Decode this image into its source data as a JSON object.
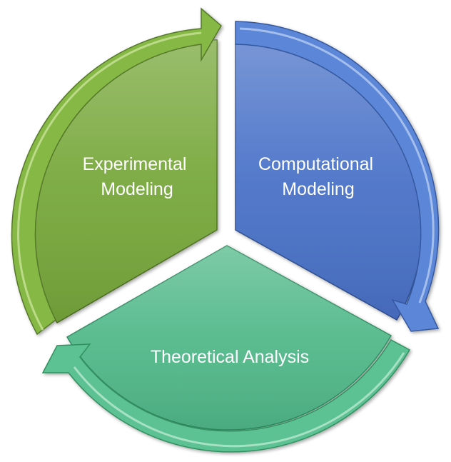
{
  "segments": [
    {
      "id": "experimental",
      "lines": [
        "Experimental",
        "Modeling"
      ],
      "color": "#78A83C",
      "arrow_color": "#86B844"
    },
    {
      "id": "computational",
      "lines": [
        "Computational",
        "Modeling"
      ],
      "color": "#4A72C8",
      "arrow_color": "#5C86D8"
    },
    {
      "id": "theoretical",
      "lines": [
        "Theoretical Analysis"
      ],
      "color": "#52B98A",
      "arrow_color": "#5CC193"
    }
  ]
}
